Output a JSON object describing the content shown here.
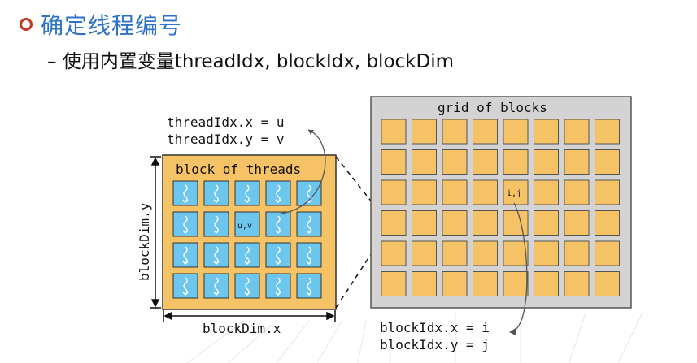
{
  "heading": {
    "bullet_color": "#c0392b",
    "text": "确定线程编号",
    "color": "#2e73c8"
  },
  "subheading": {
    "text": "– 使用内置变量threadIdx, blockIdx, blockDim"
  },
  "diagram": {
    "thread_idx_x": "threadIdx.x = u",
    "thread_idx_y": "threadIdx.y = v",
    "block_title": "block of threads",
    "block_dim_y": "blockDim.y",
    "block_dim_x": "blockDim.x",
    "thread_label": "u,v",
    "grid_title": "grid of blocks",
    "block_label": "i,j",
    "block_idx_x": "blockIdx.x = i",
    "block_idx_y": "blockIdx.y = j",
    "colors": {
      "block_fill": "#f5c266",
      "thread_fill": "#6cc6ee",
      "grid_fill": "#d3d3d3"
    },
    "thread_grid": {
      "cols": 5,
      "rows": 4,
      "highlight": [
        2,
        1
      ]
    },
    "block_grid": {
      "cols": 8,
      "rows": 6,
      "highlight": [
        4,
        2
      ]
    }
  }
}
